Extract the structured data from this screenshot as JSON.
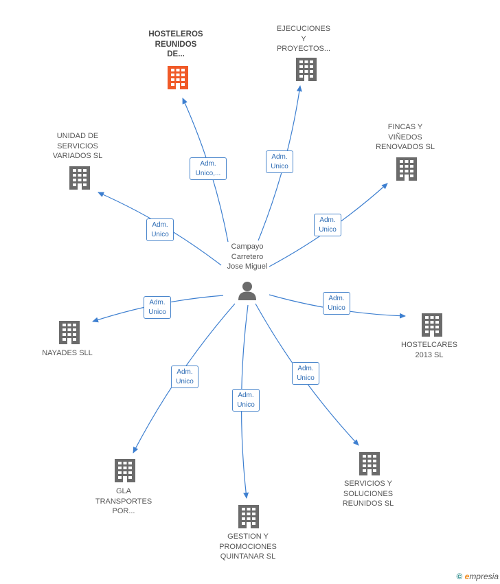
{
  "center": {
    "label": "Campayo\nCarretero\nJose Miguel"
  },
  "nodes": [
    {
      "id": "hosteleros",
      "label": "HOSTELEROS\nREUNIDOS\nDE...",
      "highlight": true,
      "role": "Adm.\nUnico,..."
    },
    {
      "id": "ejecuciones",
      "label": "EJECUCIONES\nY\nPROYECTOS...",
      "highlight": false,
      "role": "Adm.\nUnico"
    },
    {
      "id": "fincas",
      "label": "FINCAS Y\nVIÑEDOS\nRENOVADOS SL",
      "highlight": false,
      "role": "Adm.\nUnico"
    },
    {
      "id": "unidad",
      "label": "UNIDAD DE\nSERVICIOS\nVARIADOS SL",
      "highlight": false,
      "role": "Adm.\nUnico"
    },
    {
      "id": "nayades",
      "label": "NAYADES SLL",
      "highlight": false,
      "role": "Adm.\nUnico"
    },
    {
      "id": "hostelcares",
      "label": "HOSTELCARES\n2013 SL",
      "highlight": false,
      "role": "Adm.\nUnico"
    },
    {
      "id": "gla",
      "label": "GLA\nTRANSPORTES\nPOR...",
      "highlight": false,
      "role": "Adm.\nUnico"
    },
    {
      "id": "gestion",
      "label": "GESTION Y\nPROMOCIONES\nQUINTANAR SL",
      "highlight": false,
      "role": "Adm.\nUnico"
    },
    {
      "id": "servicios",
      "label": "SERVICIOS Y\nSOLUCIONES\nREUNIDOS SL",
      "highlight": false,
      "role": "Adm.\nUnico"
    }
  ],
  "colors": {
    "edge": "#3d7fd0",
    "building": "#6b6b6b",
    "building_highlight": "#f05a28",
    "person": "#6b6b6b"
  },
  "footer": {
    "copyright": "©",
    "brand_initial": "e",
    "brand_rest": "mpresia"
  }
}
